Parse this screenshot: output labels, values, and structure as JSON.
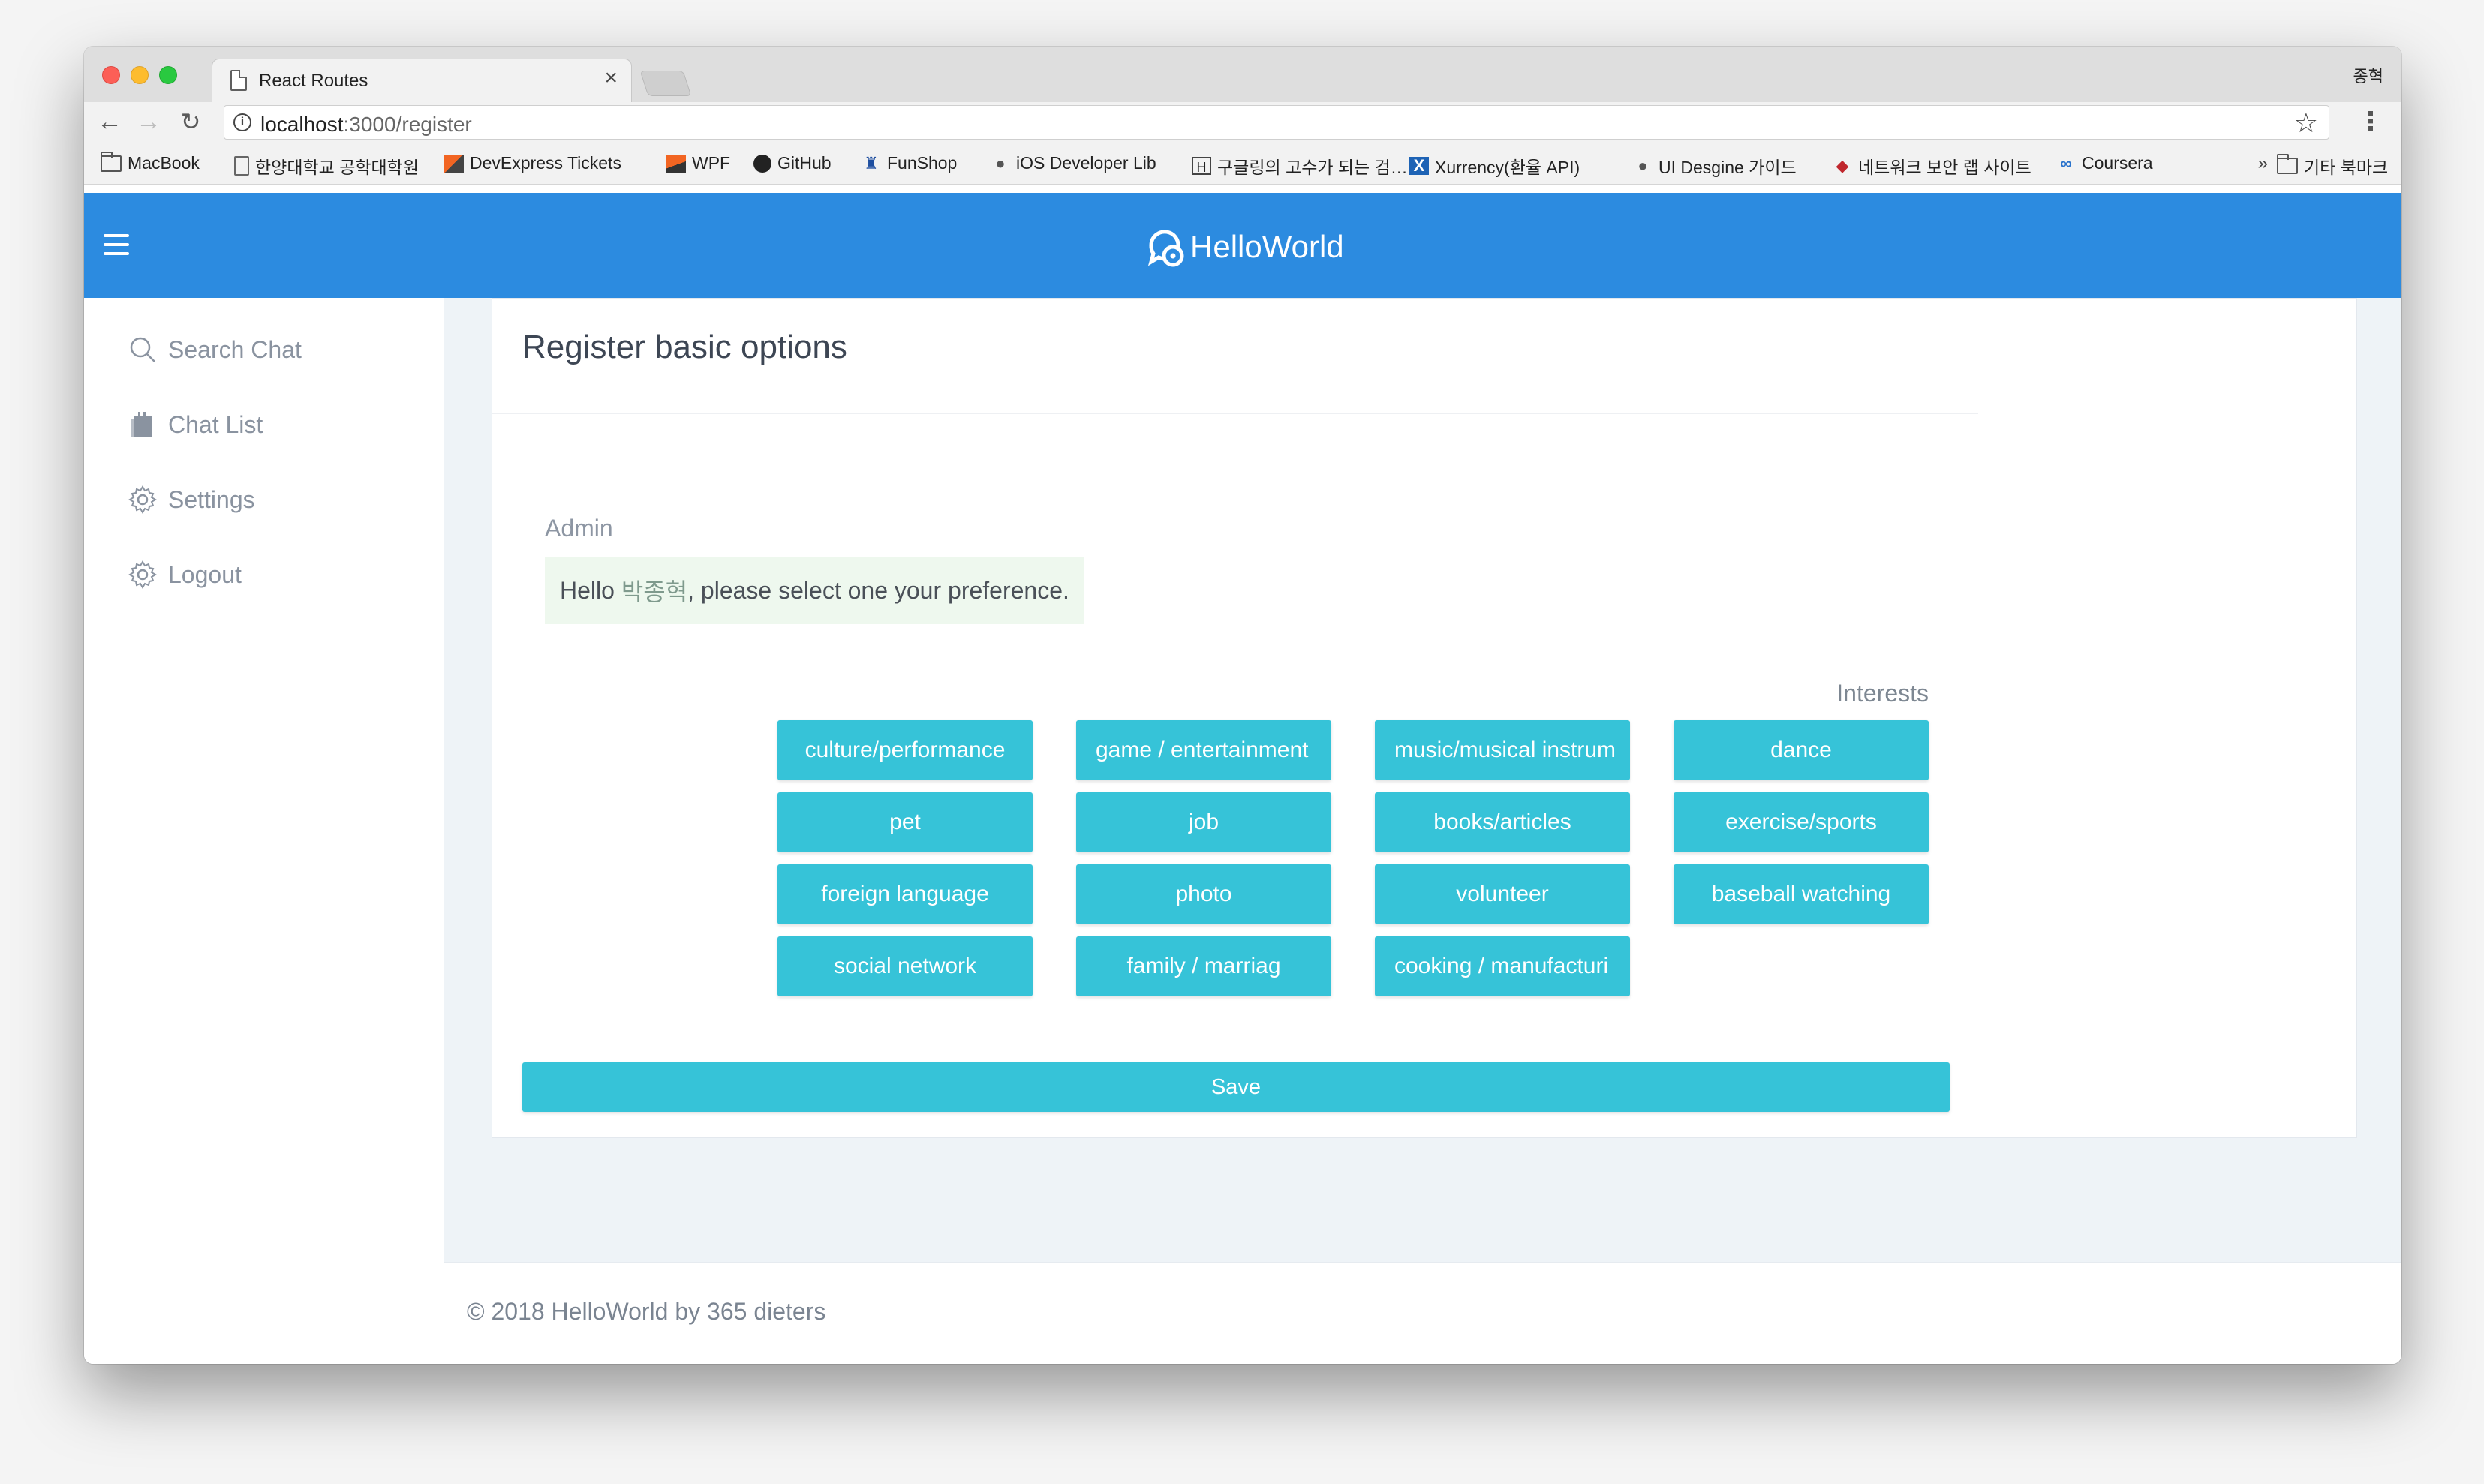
{
  "browser": {
    "tab_title": "React Routes",
    "tab_close": "×",
    "profile_name": "종혁",
    "url_host": "localhost",
    "url_rest": ":3000/register",
    "star": "☆",
    "menu": "⋮",
    "back": "←",
    "forward": "→",
    "reload": "↻",
    "info": "i",
    "bookmarks": [
      {
        "label": "MacBook",
        "icon": "folder-icon"
      },
      {
        "label": "한양대학교 공학대학원",
        "icon": "document-icon"
      },
      {
        "label": "DevExpress Tickets",
        "icon": "devexpress-icon"
      },
      {
        "label": "WPF",
        "icon": "wpf-icon"
      },
      {
        "label": "GitHub",
        "icon": "github-icon"
      },
      {
        "label": "FunShop",
        "icon": "funshop-icon"
      },
      {
        "label": "iOS Developer Lib",
        "icon": "apple-icon"
      },
      {
        "label": "구글링의 고수가 되는 검…",
        "icon": "h-icon"
      },
      {
        "label": "Xurrency(환율 API)",
        "icon": "x-icon"
      },
      {
        "label": "UI Desgine 가이드",
        "icon": "apple-icon"
      },
      {
        "label": "네트워크 보안 랩 사이트",
        "icon": "shield-icon"
      },
      {
        "label": "Coursera",
        "icon": "coursera-icon"
      }
    ],
    "bookmarks_more": "»",
    "other_bookmarks": "기타 북마크"
  },
  "app": {
    "brand": "HelloWorld",
    "sidebar": [
      {
        "label": "Search Chat",
        "icon": "search-icon"
      },
      {
        "label": "Chat List",
        "icon": "chat-list-icon"
      },
      {
        "label": "Settings",
        "icon": "gear-icon"
      },
      {
        "label": "Logout",
        "icon": "gear-icon"
      }
    ],
    "card_title": "Register basic options",
    "message": {
      "sender": "Admin",
      "prefix": "Hello ",
      "name": "박종혁",
      "suffix": ", please select one your preference."
    },
    "interests_label": "Interests",
    "interests": [
      "culture/performance",
      "game / entertainment",
      "music/musical instrum",
      "dance",
      "pet",
      "job",
      "books/articles",
      "exercise/sports",
      "foreign language",
      "photo",
      "volunteer",
      "baseball watching",
      "social network",
      "family / marriag",
      "cooking / manufacturi"
    ],
    "save_label": "Save",
    "footer": "© 2018 HelloWorld by 365 dieters"
  },
  "colors": {
    "header": "#2c8be0",
    "chip": "#36c3d8",
    "bubble": "#eef8ee"
  }
}
